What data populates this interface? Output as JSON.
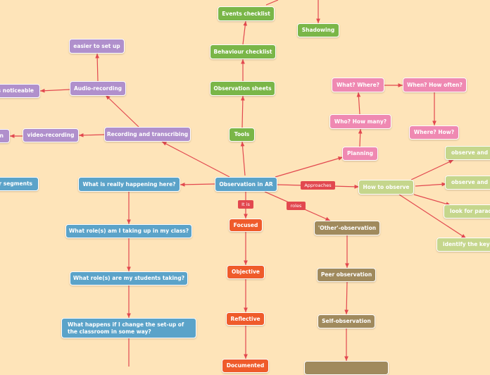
{
  "nodes": {
    "center": "Observation in AR",
    "tools": "Tools",
    "observation_sheets": "Observation sheets",
    "behaviour_checklist": "Behaviour checklist",
    "events_checklist": "Events checklist",
    "shadowing": "Shadowing",
    "recording": "Recording and transcribing",
    "audio": "Audio-recording",
    "easier_setup": "easier to set up",
    "less_noticeable": "s noticeable",
    "video": "video-recording",
    "on_clip": "on",
    "really_happening": "What is  really  happening here?",
    "segments": "ar segments",
    "roles_i": "What role(s) am I taking up in my  class?",
    "roles_students": "What role(s) are my  students taking?",
    "setup_change": "What happens if I change the set-up of the classroom in some way?",
    "planning": "Planning",
    "who_many": "Who? How many?",
    "what_where": "What? Where?",
    "when_often": "When? How often?",
    "where_how": "Where? How?",
    "how_observe": "How to observe",
    "observe_1": "observe  and n",
    "observe_2": "observe  and n",
    "look_parade": "look for parade",
    "identify_key": "identify the key p",
    "focused": "Focused",
    "objective": "Objective",
    "reflective": "Reflective",
    "documented": "Documented",
    "other_obs": "'Other'-observation",
    "peer_obs": "Peer observation",
    "self_obs": "Self-observation"
  },
  "link_labels": {
    "it_is": "It is",
    "roles": "roles",
    "approaches": "Approaches"
  },
  "colors": {
    "background": "#fee4b9",
    "connector": "#e2484f",
    "tools_branch": "#7ab648",
    "questions_branch": "#5ba3c9",
    "recording_branch": "#b090cc",
    "planning_branch": "#ef89b2",
    "how_branch": "#c5d68c",
    "roles_branch": "#a08a5d",
    "qualities_branch": "#ef5b2b"
  }
}
